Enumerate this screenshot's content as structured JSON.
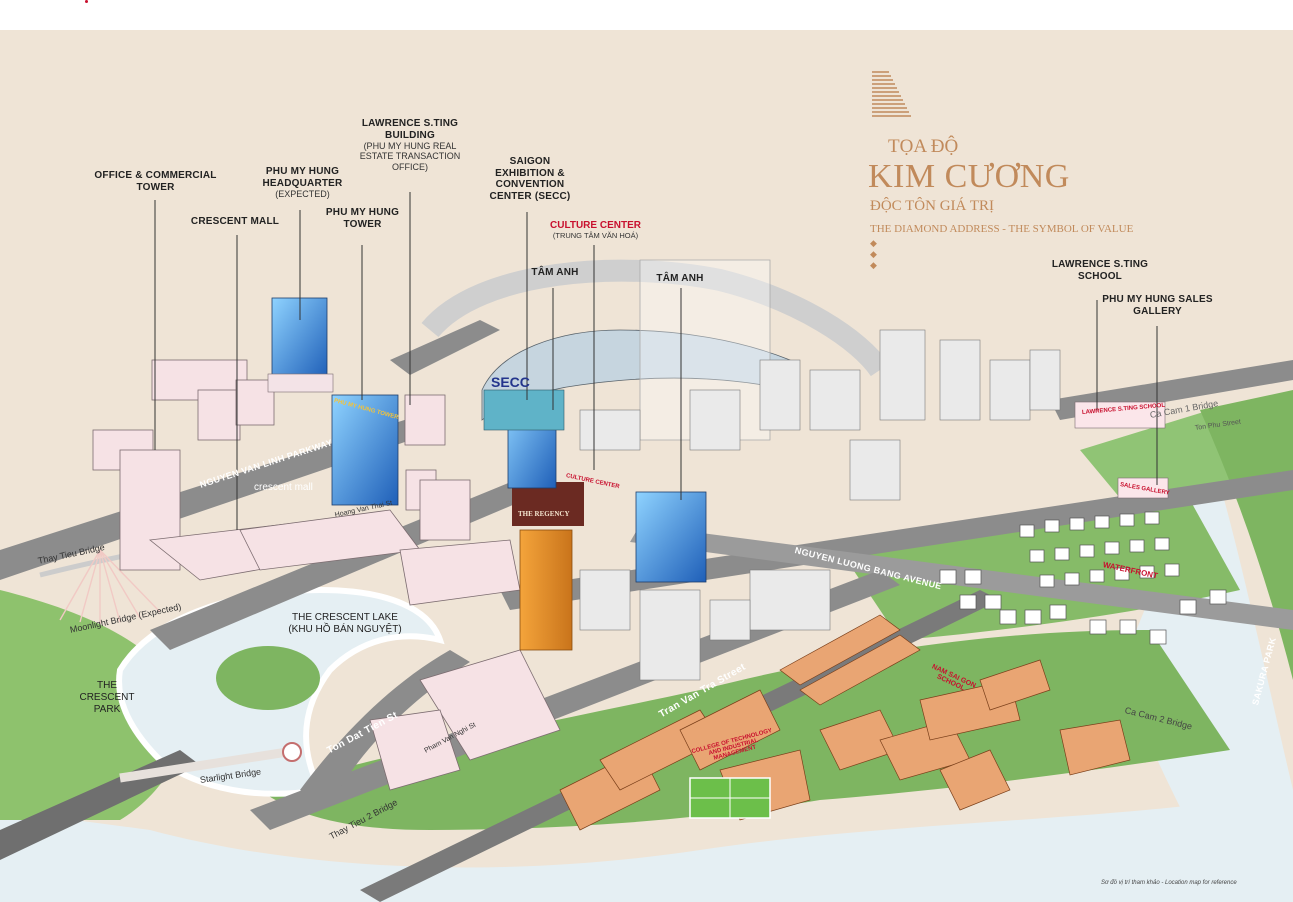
{
  "brand": {
    "line1": "TỌA ĐỘ",
    "line2": "KIM CƯƠNG",
    "line3": "ĐỘC TÔN GIÁ TRỊ",
    "tagline": "THE DIAMOND ADDRESS - THE SYMBOL OF VALUE",
    "dots": "◆ ◆ ◆",
    "color": "#c18a5b"
  },
  "landmarks": {
    "office_tower": "OFFICE & COMMERCIAL TOWER",
    "crescent_mall": "CRESCENT MALL",
    "pmh_hq": "PHU MY HUNG HEADQUARTER",
    "pmh_hq_sub": "(EXPECTED)",
    "pmh_tower": "PHU MY HUNG TOWER",
    "lawrence_building": "LAWRENCE S.TING BUILDING",
    "lawrence_building_sub": "(PHU MY HUNG REAL ESTATE TRANSACTION OFFICE)",
    "secc": "SAIGON EXHIBITION & CONVENTION CENTER (SECC)",
    "culture_center": "CULTURE CENTER",
    "culture_center_sub": "(TRUNG TÂM VĂN HOÁ)",
    "tam_anh_1": "TÂM ANH",
    "tam_anh_2": "TÂM ANH",
    "lawrence_school": "LAWRENCE S.TING SCHOOL",
    "sales_gallery": "PHU MY HUNG SALES GALLERY"
  },
  "building_signs": {
    "secc": "SECC",
    "crescent_mall": "crescent mall",
    "pmh_tower": "PHU MY HUNG TOWER",
    "regency": "THE REGENCY",
    "culture": "CULTURE CENTER",
    "waterfront": "WATERFRONT",
    "nam_sai_gon": "NAM SAI GON SCHOOL",
    "college": "COLLEGE OF TECHNOLOGY AND INDUSTRIAL MANAGEMENT",
    "sales": "SALES GALLERY",
    "lawrence_school": "LAWRENCE S.TING SCHOOL"
  },
  "streets": {
    "nguyen_van_linh": "NGUYEN VAN LINH PARKWAY",
    "nguyen_luong_bang": "NGUYEN LUONG BANG AVENUE",
    "hoang_van_thai": "Hoang Van Thai St",
    "ton_dat_tien": "Ton Dat Tien St",
    "tran_van_tra": "Tran Van Tra Street",
    "pham_van_nghi": "Pham Van Nghi St",
    "ton_phu": "Ton Phu Street",
    "ca_cam_1": "Ca Cam 1 Bridge",
    "ca_cam_2": "Ca Cam 2 Bridge",
    "thay_tieu": "Thay Tieu Bridge",
    "thay_tieu_2": "Thay Tieu 2 Bridge",
    "moonlight": "Moonlight Bridge (Expected)",
    "starlight": "Starlight Bridge",
    "sakura": "SAKURA PARK"
  },
  "areas": {
    "crescent_lake": "THE CRESCENT LAKE",
    "crescent_lake_sub": "(KHU HỒ BÁN NGUYỆT)",
    "crescent_park": "THE CRESCENT PARK"
  },
  "disclaimer": "Sơ đồ vị trí tham khảo - Location map for reference",
  "colors": {
    "land": "#efe4d6",
    "green": "#7eb561",
    "water": "#e5eff3",
    "road": "#8c8c8c",
    "building": "#f5dfe3",
    "orange_building": "#e9a573",
    "accent_red": "#c8102e"
  }
}
